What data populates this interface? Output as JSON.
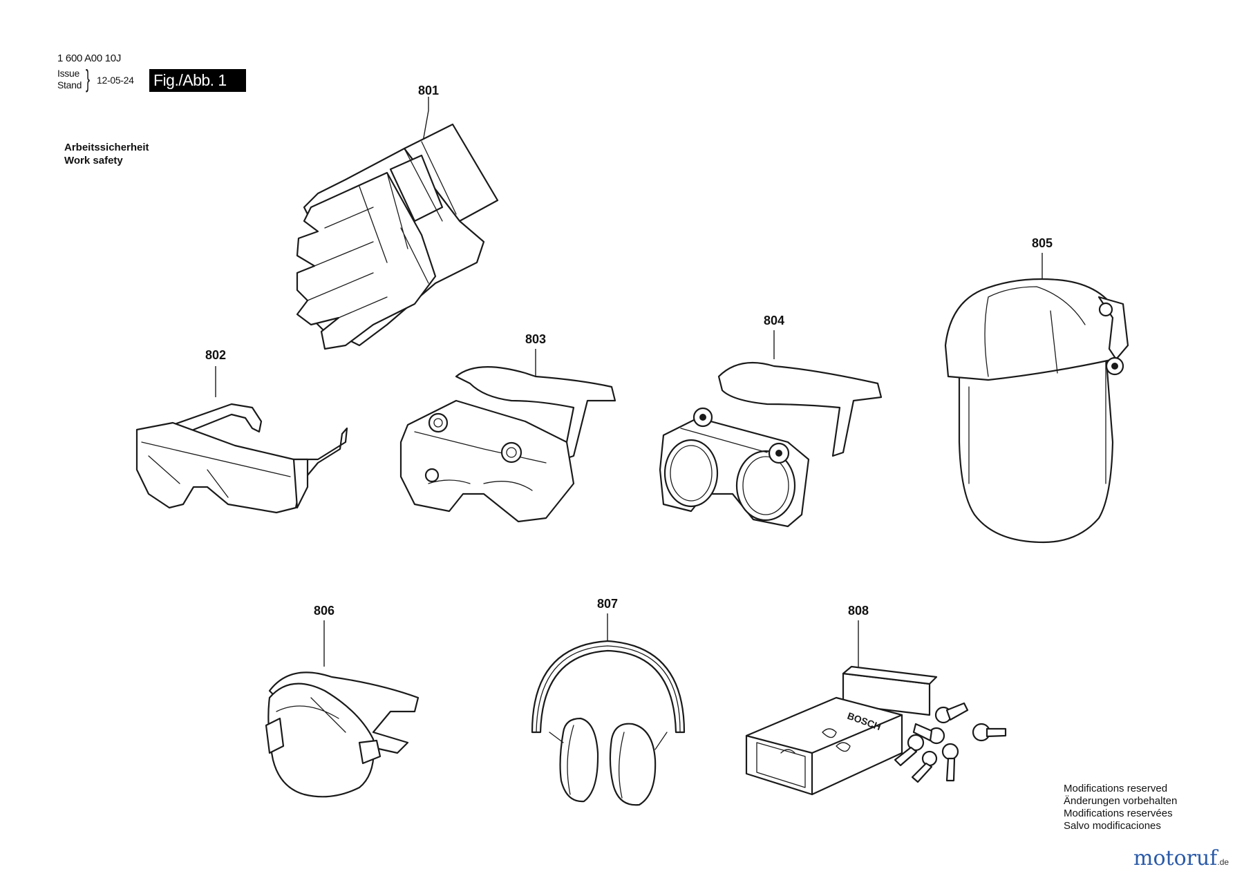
{
  "header": {
    "doc_number": "1 600 A00 10J",
    "issue_label_1": "Issue",
    "issue_label_2": "Stand",
    "issue_date": "12-05-24",
    "figure_label": "Fig./Abb. 1"
  },
  "section": {
    "title_de": "Arbeitssicherheit",
    "title_en": "Work safety"
  },
  "parts": [
    {
      "number": "801",
      "icon": "work-gloves-icon"
    },
    {
      "number": "802",
      "icon": "safety-glasses-icon"
    },
    {
      "number": "803",
      "icon": "safety-goggles-icon"
    },
    {
      "number": "804",
      "icon": "welding-goggles-icon"
    },
    {
      "number": "805",
      "icon": "face-shield-icon"
    },
    {
      "number": "806",
      "icon": "dust-mask-icon"
    },
    {
      "number": "807",
      "icon": "ear-muffs-icon"
    },
    {
      "number": "808",
      "icon": "ear-plugs-icon"
    }
  ],
  "product_box_brand": "BOSCH",
  "notice": [
    "Modifications reserved",
    "Änderungen vorbehalten",
    "Modifications reservées",
    "Salvo modificaciones"
  ],
  "watermark": {
    "main": "motoruf",
    "tld": ".de"
  }
}
